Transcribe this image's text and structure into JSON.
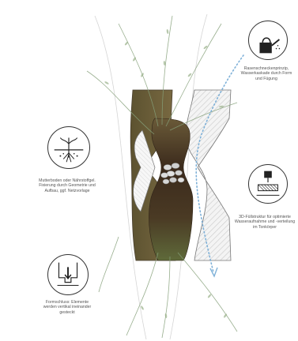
{
  "diagram": {
    "colors": {
      "soil_dark": "#3b2a1c",
      "soil_mid": "#6b5a3a",
      "moss": "#5f6a3a",
      "pebbles": "#c8c8c8",
      "hatch": "#d0d0d0",
      "outline": "#6a6a6a",
      "flow_arrow": "#7fb1d8",
      "plant_green": "#86a07a",
      "icon_stroke": "#222222"
    },
    "annotations": {
      "watering": "Rasenschneckenprinzip,\nWasserkaskade durch Form\nund Fügung",
      "soil": "Mutterboden oder Nährstoffgel.\nFixierung durch Geometrie und\nAufbau, ggf. Netzvorlage",
      "structure": "3D-Füllstruktur für optimierte\nWasseraufnahme und -verteilung\nim Tonkörper",
      "joint": "Formschluss: Elemente\nwerden vertikal ineinander\ngesteckt"
    },
    "icons": {
      "watering": "watering-can-icon",
      "soil": "root-soil-icon",
      "structure": "drip-filter-icon",
      "joint": "interlock-joint-icon"
    }
  }
}
